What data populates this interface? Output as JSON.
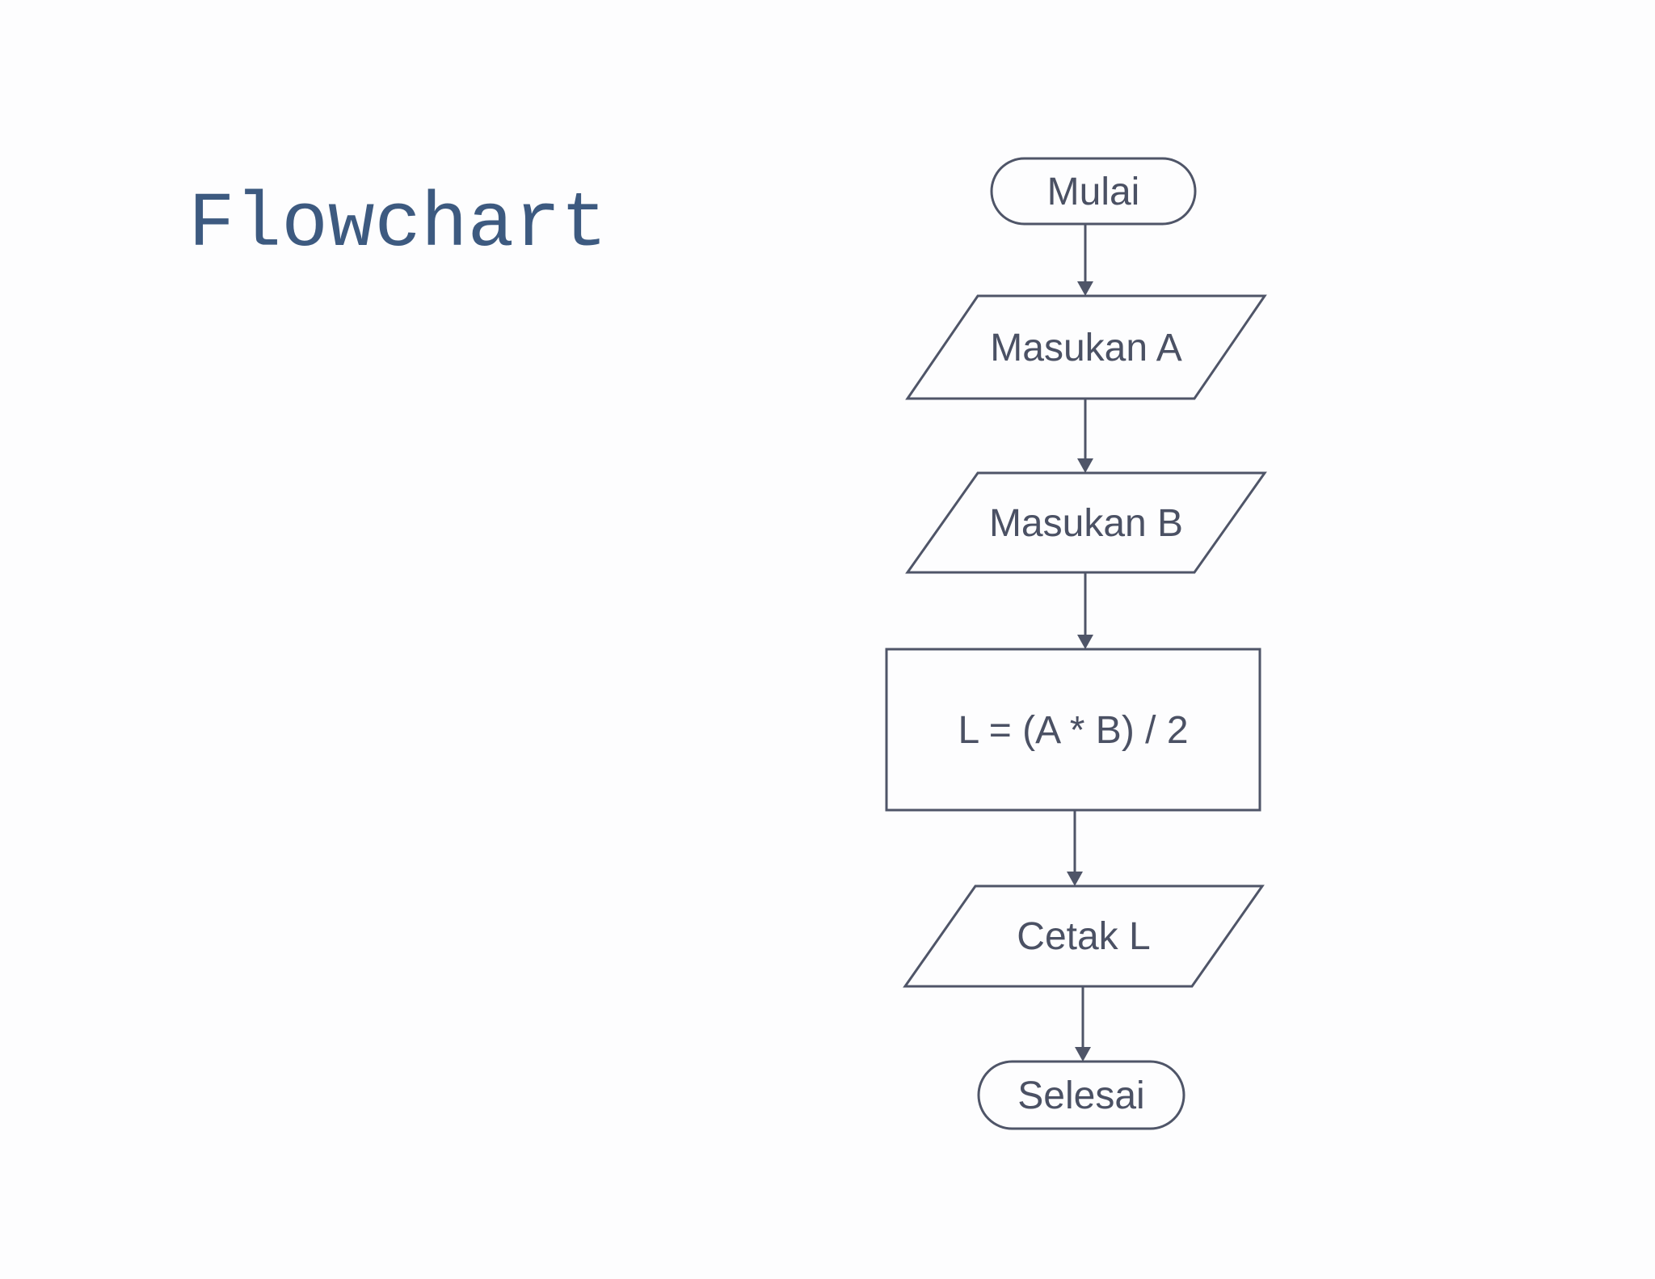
{
  "page": {
    "title": "Flowchart",
    "background_color": "#fdfdfe"
  },
  "colors": {
    "title_text": "#3d5a80",
    "node_stroke": "#4f5568",
    "node_fill": "#fdfdfe",
    "node_text": "#4b5164",
    "edge": "#4f5568"
  },
  "flowchart": {
    "nodes": [
      {
        "id": "start",
        "type": "terminator",
        "shape": "stadium",
        "label": "Mulai"
      },
      {
        "id": "input-a",
        "type": "input-output",
        "shape": "parallelogram",
        "label": "Masukan A"
      },
      {
        "id": "input-b",
        "type": "input-output",
        "shape": "parallelogram",
        "label": "Masukan B"
      },
      {
        "id": "process",
        "type": "process",
        "shape": "rectangle",
        "label": "L = (A * B) / 2"
      },
      {
        "id": "output",
        "type": "input-output",
        "shape": "parallelogram",
        "label": "Cetak L"
      },
      {
        "id": "end",
        "type": "terminator",
        "shape": "stadium",
        "label": "Selesai"
      }
    ],
    "edges": [
      {
        "from": "start",
        "to": "input-a"
      },
      {
        "from": "input-a",
        "to": "input-b"
      },
      {
        "from": "input-b",
        "to": "process"
      },
      {
        "from": "process",
        "to": "output"
      },
      {
        "from": "output",
        "to": "end"
      }
    ]
  }
}
